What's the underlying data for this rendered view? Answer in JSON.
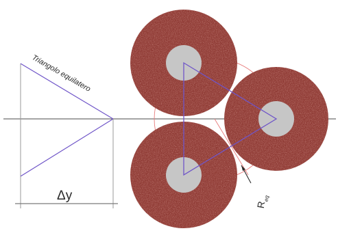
{
  "labels": {
    "triangle": "Triangolo equilatero",
    "delta": "Δy",
    "radius_main": "R",
    "radius_sub": "eq"
  },
  "colors": {
    "disk": "#8f3a34",
    "disk_speckle": "#b0584d",
    "core": "#c6c6c6",
    "triangle": "#6f55c8",
    "guide": "#e77b7b",
    "axis": "#6e6e6e",
    "text": "#2a2a2a"
  }
}
